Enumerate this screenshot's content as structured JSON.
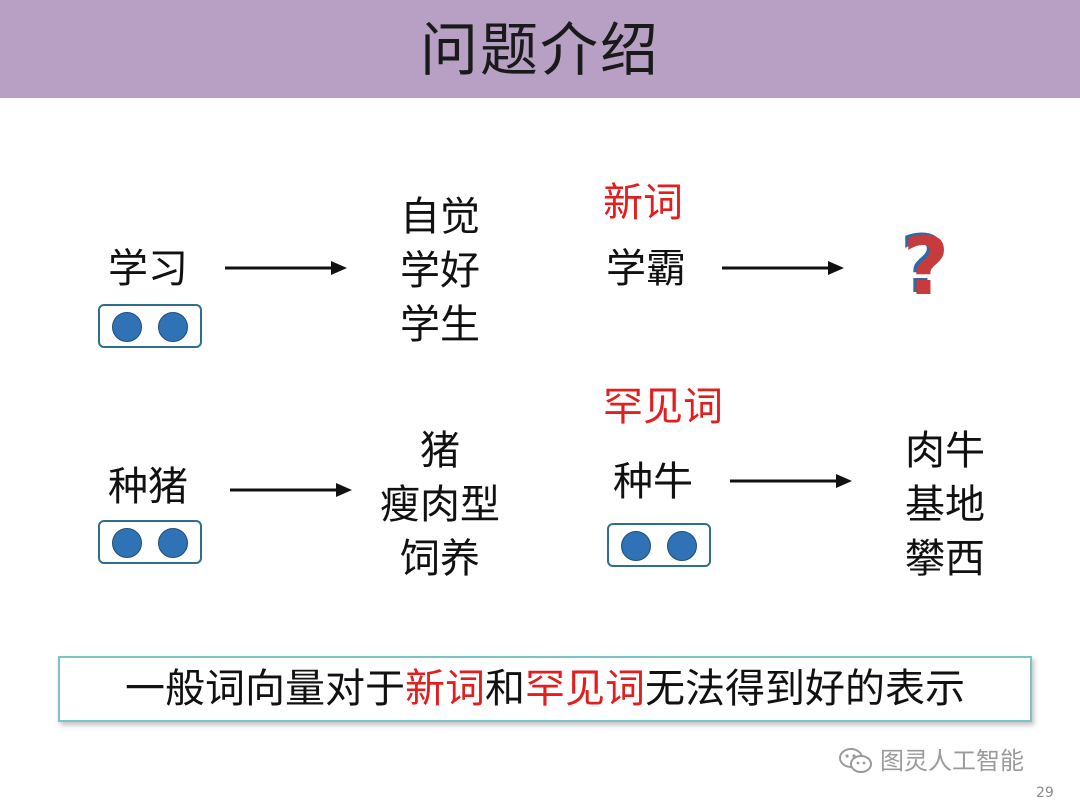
{
  "title": "问题介绍",
  "row1": {
    "source_word": "学习",
    "neighbors": [
      "自觉",
      "学好",
      "学生"
    ],
    "new_label": "新词",
    "new_word": "学霸",
    "unknown": "?"
  },
  "row2": {
    "source_word": "种猪",
    "neighbors": [
      "猪",
      "瘦肉型",
      "饲养"
    ],
    "rare_label": "罕见词",
    "rare_word": "种牛",
    "rare_neighbors": [
      "肉牛",
      "基地",
      "攀西"
    ]
  },
  "summary": {
    "part1": "一般词向量对于",
    "new": "新词",
    "and": "和",
    "rare": "罕见词",
    "part2": "无法得到好的表示"
  },
  "watermark": "图灵人工智能",
  "page_number": "29",
  "colors": {
    "title_bar": "#b7a0c4",
    "highlight": "#e21e1e",
    "vector_dot": "#2f73b6"
  },
  "icons": [
    "arrow-right-icon",
    "question-mark-icon",
    "wechat-icon"
  ]
}
